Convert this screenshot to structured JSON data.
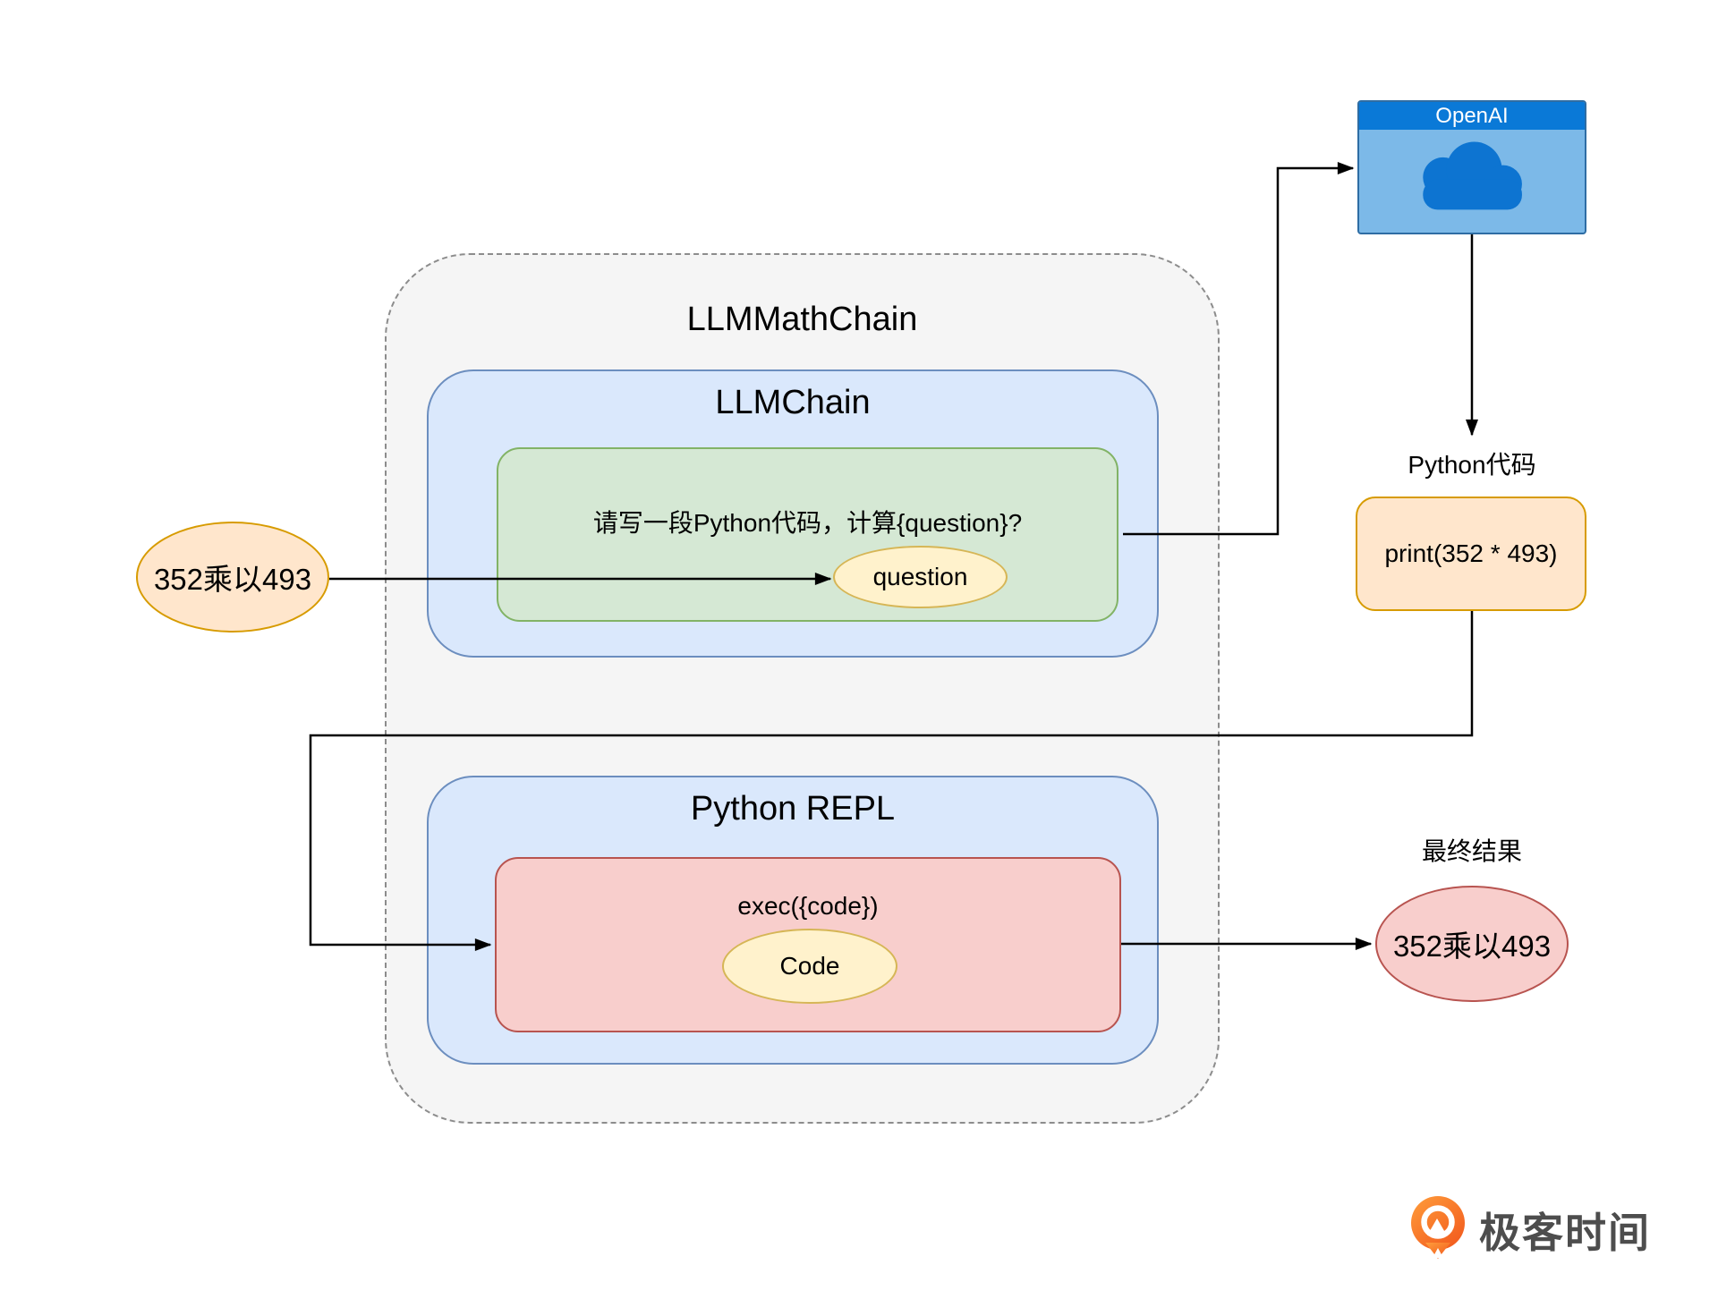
{
  "diagram": {
    "outer_title": "LLMMathChain",
    "llm_chain": {
      "title": "LLMChain",
      "prompt": "请写一段Python代码，计算{question}?",
      "variable": "question"
    },
    "input_value": "352乘以493",
    "openai": {
      "title": "OpenAI"
    },
    "python_code": {
      "label": "Python代码",
      "code": "print(352 * 493)"
    },
    "python_repl": {
      "title": "Python REPL",
      "exec_call": "exec({code})",
      "variable": "Code"
    },
    "result": {
      "label": "最终结果",
      "value": "352乘以493"
    },
    "branding": {
      "logo_text": "极客时间"
    },
    "icons": {
      "cloud": "cloud-icon",
      "logo": "geektime-logo-icon"
    }
  },
  "colors": {
    "outer_fill": "#f5f5f5",
    "outer_stroke": "#8c8c8c",
    "blue_fill": "#dae8fc",
    "blue_stroke": "#6c8ebf",
    "green_fill": "#d5e8d4",
    "green_stroke": "#82b366",
    "yellow_fill": "#fff2cc",
    "yellow_stroke": "#d6b656",
    "orange_fill": "#ffe6cc",
    "orange_stroke": "#d79b00",
    "red_fill": "#f8cecc",
    "red_stroke": "#b85450",
    "openai_header": "#0a79d7",
    "openai_body": "#7cb9e8",
    "openai_stroke": "#2e6da4",
    "cloud": "#0d74d1",
    "line": "#000000",
    "text": "#000000",
    "logo_text": "#4d4d4d",
    "logo_orange": "#f25b1e"
  }
}
